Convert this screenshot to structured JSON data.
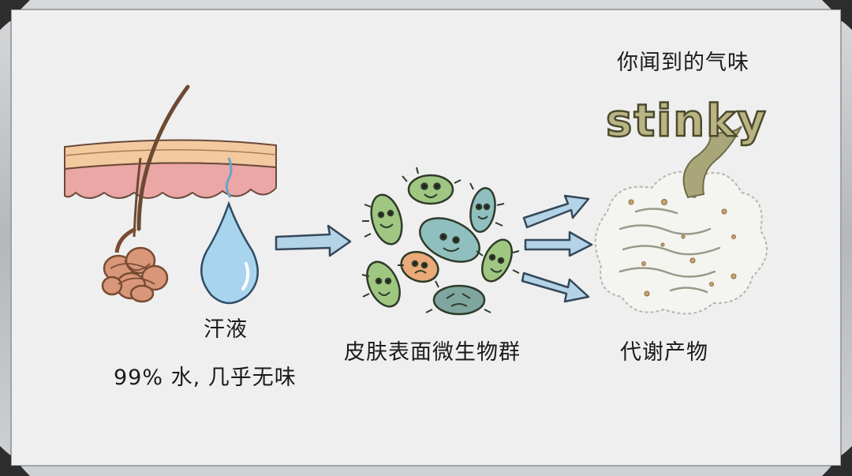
{
  "labels": {
    "sweat": "汗液",
    "sweat_desc": "99% 水, 几乎无味",
    "microbes": "皮肤表面微生物群",
    "metabolites": "代谢产物",
    "smell_heading": "你闻到的气味",
    "stinky": "stinky"
  },
  "colors": {
    "frame": "#b9bcbf",
    "board": "#efefef",
    "skin_top": "#f3c9a0",
    "skin_dermis": "#eaa7a5",
    "gland": "#d9977a",
    "hair": "#6b4a33",
    "droplet": "#a9d4ee",
    "arrow_fill": "#b3d3e6",
    "arrow_stroke": "#34485a",
    "microbe_green": "#9fc782",
    "microbe_teal": "#8fbfbf",
    "microbe_orange": "#e9a978",
    "odor_cloud": "#f4f4f1",
    "stink_text": "#b9b483",
    "stink_plume": "#a9a77a"
  },
  "icons": [
    "skin-cross-section-icon",
    "sweat-gland-icon",
    "hair-icon",
    "sweat-droplet-icon",
    "arrow-right-icon",
    "bacteria-icon",
    "odor-cloud-icon",
    "stink-plume-icon"
  ]
}
